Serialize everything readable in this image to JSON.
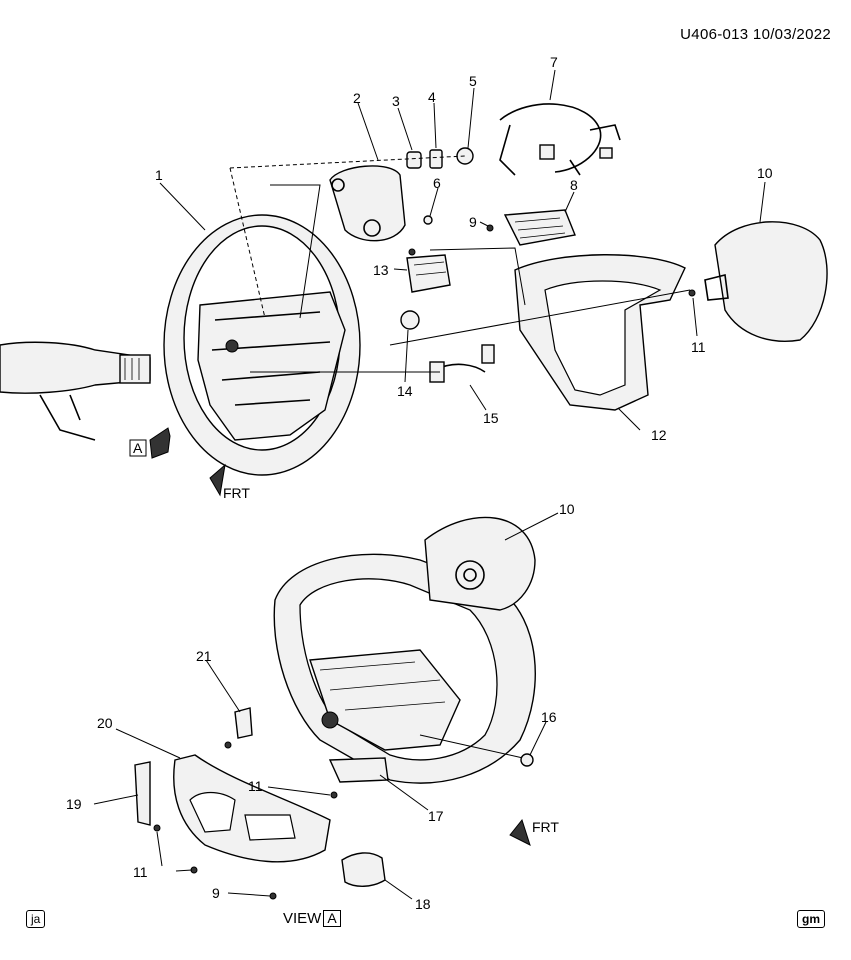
{
  "header": {
    "diagram_code": "U406-013 10/03/2022"
  },
  "footer": {
    "view_prefix": "VIEW",
    "view_letter": "A",
    "left_badge": "ja",
    "right_badge": "gm"
  },
  "view_marker": {
    "letter": "A"
  },
  "direction_arrows": [
    {
      "text": "FRT"
    },
    {
      "text": "FRT"
    }
  ],
  "callouts": [
    "1",
    "2",
    "3",
    "4",
    "5",
    "6",
    "7",
    "8",
    "9",
    "10",
    "11",
    "12",
    "13",
    "14",
    "15",
    "10",
    "16",
    "21",
    "20",
    "11",
    "19",
    "17",
    "11",
    "9",
    "18"
  ]
}
